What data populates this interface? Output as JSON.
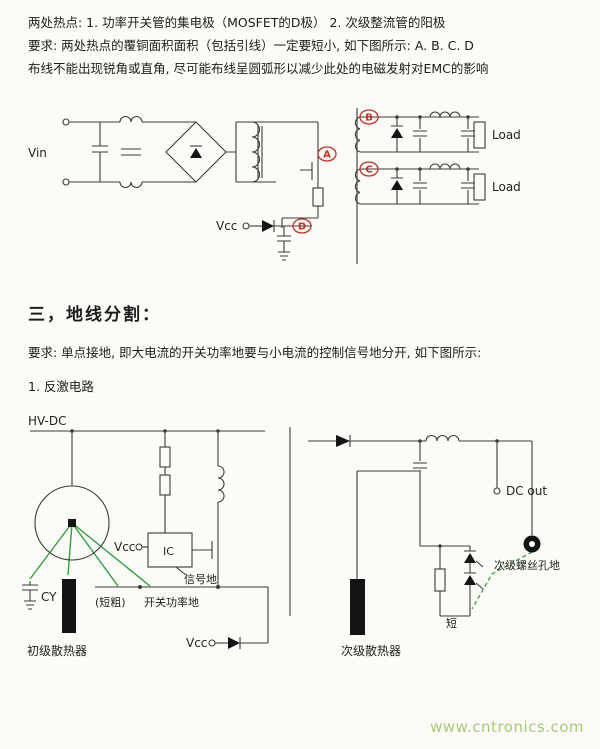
{
  "intro": {
    "line1": "两处热点: 1. 功率开关管的集电极（MOSFET的D极） 2. 次级整流管的阳极",
    "line2": "要求: 两处热点的覆铜面积面积（包括引线）一定要短小, 如下图所示: A. B. C. D",
    "line3": "布线不能出现锐角或直角, 尽可能布线呈圆弧形以减少此处的电磁发射对EMC的影响"
  },
  "section": {
    "heading": "三，地线分割：",
    "requirement": "要求: 单点接地, 即大电流的开关功率地要与小电流的控制信号地分开, 如下图所示:",
    "subsection": "1. 反激电路"
  },
  "top_diagram": {
    "vin": "Vin",
    "vcc": "Vcc",
    "load_top": "Load",
    "load_bottom": "Load",
    "hotspots": {
      "a": "A",
      "b": "B",
      "c": "C",
      "d": "D"
    }
  },
  "bottom_diagram": {
    "hv_dc": "HV-DC",
    "cy": "CY",
    "primary_heatsink": "初级散热器",
    "short_thick": "(短粗)",
    "switch_power_ground": "开关功率地",
    "vcc_ic": "Vcc",
    "ic": "IC",
    "signal_ground": "信号地",
    "vcc_aux": "Vcc",
    "dc_out": "DC out",
    "secondary_screw_hole_ground": "次级螺丝孔地",
    "secondary_heatsink": "次级散热器",
    "short": "短"
  },
  "watermark": "www.cntronics.com",
  "colors": {
    "hotspot_red": "#c23227",
    "ground_green": "#2f9e3f",
    "watermark_green": "#a6c97d",
    "line": "#3b3b3b"
  }
}
